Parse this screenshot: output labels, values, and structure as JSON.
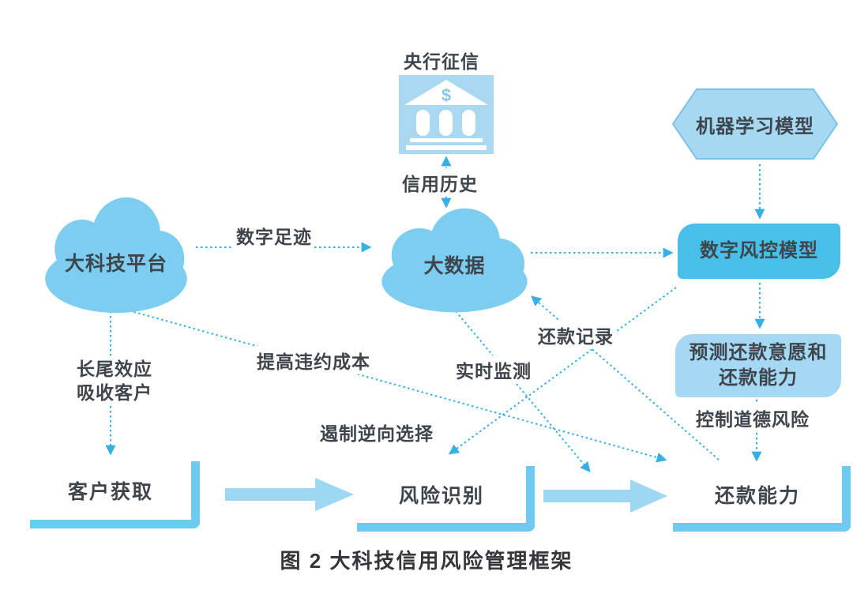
{
  "figure": {
    "caption": "图 2  大科技信用风险管理框架"
  },
  "nodes": {
    "central_bank": {
      "label": "央行征信",
      "icon": "bank-dollar-icon",
      "symbol": "$"
    },
    "bigtech_platform": {
      "label": "大科技平台"
    },
    "big_data": {
      "label": "大数据"
    },
    "ml_model": {
      "label": "机器学习模型"
    },
    "digital_risk_model": {
      "label": "数字风控模型"
    },
    "predict_repayment": {
      "line1": "预测还款意愿和",
      "line2": "还款能力"
    },
    "customer_acquisition": {
      "label": "客户获取"
    },
    "risk_identification": {
      "label": "风险识别"
    },
    "repayment_ability": {
      "label": "还款能力"
    }
  },
  "edge_labels": {
    "digital_footprint": "数字足迹",
    "credit_history": "信用历史",
    "long_tail_line1": "长尾效应",
    "long_tail_line2": "吸收客户",
    "raise_default_cost": "提高违约成本",
    "curb_adverse_selection": "遏制逆向选择",
    "realtime_monitoring": "实时监测",
    "repayment_record": "还款记录",
    "control_moral_hazard": "控制道德风险"
  },
  "colors": {
    "cloud": "#7DCDF1",
    "bank_bg": "#A9D8F0",
    "hexagon_fill": "#A6D8F1",
    "hexagon_stroke": "#7CC2E4",
    "risk_model_box": "#48BFE8",
    "predict_box": "#A5D8F2",
    "block_arrow": "#9CD8F4",
    "l_border": "#6FCAF2",
    "connector": "#36AFE4",
    "text": "#3F454D"
  }
}
